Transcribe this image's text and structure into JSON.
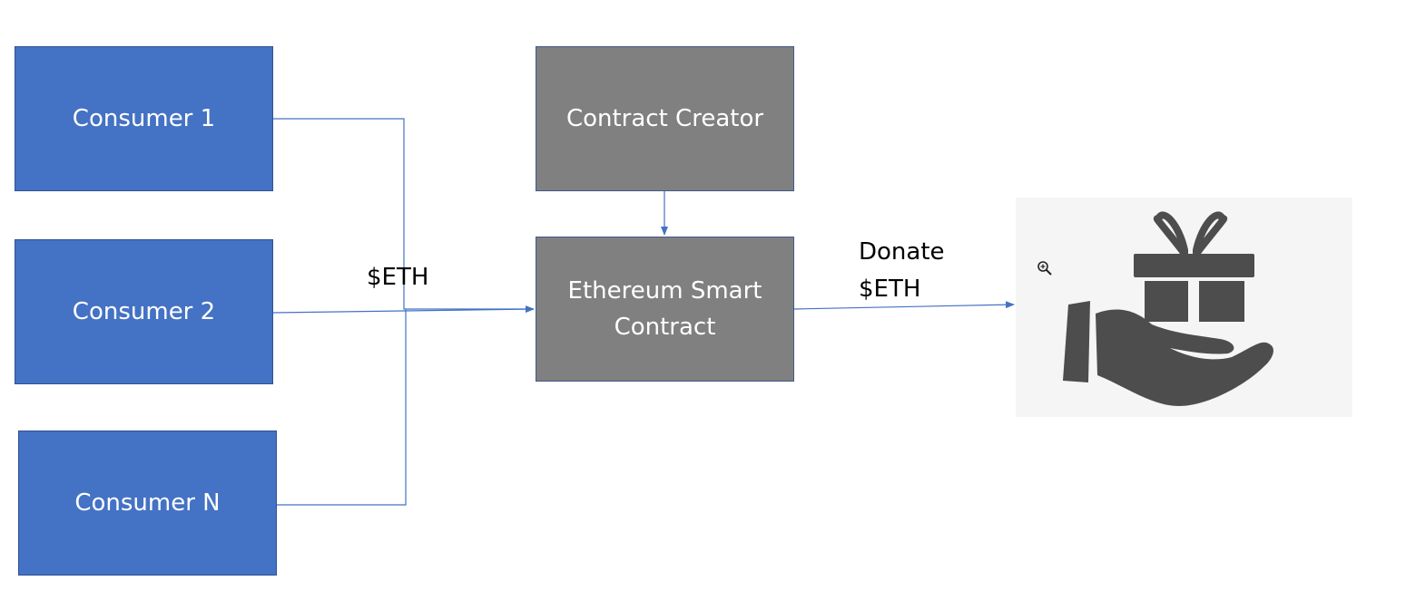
{
  "nodes": {
    "consumer_1": "Consumer 1",
    "consumer_2": "Consumer 2",
    "consumer_n": "Consumer N",
    "contract_creator": "Contract Creator",
    "smart_contract": "Ethereum Smart\nContract"
  },
  "edges": {
    "consumers_to_contract_label": "$ETH",
    "contract_to_donation_label": "Donate\n$ETH"
  },
  "icons": {
    "donation": "hand-giving-gift-icon",
    "zoom": "zoom-in-icon"
  },
  "colors": {
    "consumer_fill": "#4472C4",
    "contract_fill": "#808080",
    "connector": "#4472C4",
    "icon": "#4D4D4D"
  }
}
